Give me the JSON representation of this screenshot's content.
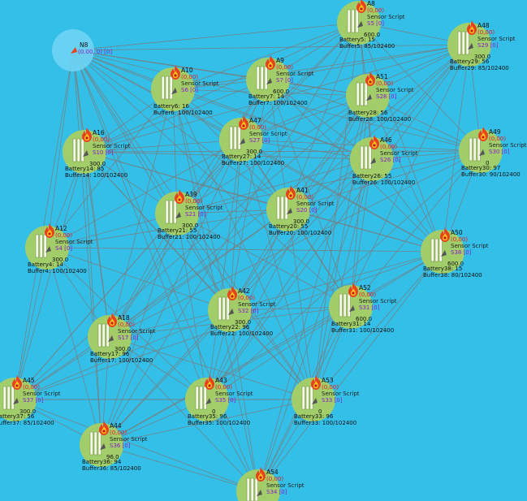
{
  "colors": {
    "background": "#33bfe8",
    "range_circle": "#a8cf63",
    "sink_circle": "#6fd3f4",
    "link_line": "#7b7b7b",
    "coord_text": "#e51c1c",
    "sensor_id_text": "#8a1cc9",
    "flame_outer": "#e8421c",
    "flame_inner": "#f7c21e"
  },
  "icons": {
    "node_alert": "fire-icon",
    "battery": "battery-bars-icon",
    "sink": "sink-node-icon"
  },
  "sink": {
    "name": "N8",
    "coord": "(0.00, 0) [0]"
  },
  "nodes": [
    {
      "id": "A8",
      "name": "A8",
      "coord": "(0,00)",
      "script": "Sensor Script",
      "sid": "S5 [0]",
      "val": "600.0",
      "batt": "Battery5: 15",
      "buf": "Buffer5: 85/102400",
      "burning": true
    },
    {
      "id": "A48",
      "name": "A48",
      "coord": "(0,00)",
      "script": "Sensor Script",
      "sid": "S29 [0]",
      "val": "300.0",
      "batt": "Battery29: 56",
      "buf": "Buffer29: 85/102400",
      "burning": true
    },
    {
      "id": "A9",
      "name": "A9",
      "coord": "(0,00)",
      "script": "Sensor Script",
      "sid": "S7 [0]",
      "val": "600.0",
      "batt": "Battery7: 14",
      "buf": "Buffer7: 100/102400",
      "burning": true
    },
    {
      "id": "A10",
      "name": "A10",
      "coord": "(0,00)",
      "script": "Sensor Script",
      "sid": "S6 [0]",
      "val": "",
      "batt": "Battery6: 16",
      "buf": "Buffer6: 100/102400",
      "burning": true
    },
    {
      "id": "A51",
      "name": "A51",
      "coord": "(0,00)",
      "script": "Sensor Script",
      "sid": "S28 [0]",
      "val": "",
      "batt": "Battery28: 56",
      "buf": "Buffer28: 100/102400",
      "burning": true
    },
    {
      "id": "A47",
      "name": "A47",
      "coord": "(0,00)",
      "script": "Sensor Script",
      "sid": "S27 [0]",
      "val": "300.0",
      "batt": "Battery27: 14",
      "buf": "Buffer27: 100/102400",
      "burning": true
    },
    {
      "id": "A46",
      "name": "A46",
      "coord": "(0,00)",
      "script": "Sensor Script",
      "sid": "S26 [0]",
      "val": "",
      "batt": "Battery26: 55",
      "buf": "Buffer26: 100/102400",
      "burning": true
    },
    {
      "id": "A49",
      "name": "A49",
      "coord": "(0,00)",
      "script": "Sensor Script",
      "sid": "S30 [0]",
      "val": "0",
      "batt": "Battery30: 97",
      "buf": "Buffer30: 90/102400",
      "burning": true
    },
    {
      "id": "A16",
      "name": "A16",
      "coord": "(0,00)",
      "script": "Sensor Script",
      "sid": "S10 [0]",
      "val": "300.0",
      "batt": "Battery14: 85",
      "buf": "Buffer14: 100/102400",
      "burning": true
    },
    {
      "id": "A39",
      "name": "A39",
      "coord": "(0,00)",
      "script": "Sensor Script",
      "sid": "S21 [0]",
      "val": "300.0",
      "batt": "Battery21: 55",
      "buf": "Buffer21: 100/102400",
      "burning": true
    },
    {
      "id": "A41",
      "name": "A41",
      "coord": "(0,00)",
      "script": "Sensor Script",
      "sid": "S20 [0]",
      "val": "300.0",
      "batt": "Battery20: 55",
      "buf": "Buffer20: 100/102400",
      "burning": true
    },
    {
      "id": "A12",
      "name": "A12",
      "coord": "(0,00)",
      "script": "Sensor Script",
      "sid": "S4 [0]",
      "val": "300.0",
      "batt": "Battery4: 14",
      "buf": "Buffer4: 100/102400",
      "burning": true
    },
    {
      "id": "A50",
      "name": "A50",
      "coord": "(0,00)",
      "script": "Sensor Script",
      "sid": "S38 [0]",
      "val": "600.0",
      "batt": "Battery38: 15",
      "buf": "Buffer38: 80/102400",
      "burning": true
    },
    {
      "id": "A42",
      "name": "A42",
      "coord": "(0,00)",
      "script": "Sensor Script",
      "sid": "S32 [0]",
      "val": "300.0",
      "batt": "Battery22: 96",
      "buf": "Buffer22: 100/102400",
      "burning": true
    },
    {
      "id": "A52",
      "name": "A52",
      "coord": "(0,00)",
      "script": "Sensor Script",
      "sid": "S31 [0]",
      "val": "600.0",
      "batt": "Battery31: 14",
      "buf": "Buffer31: 100/102400",
      "burning": true
    },
    {
      "id": "A18",
      "name": "A18",
      "coord": "(0,00)",
      "script": "Sensor Script",
      "sid": "S17 [0]",
      "val": "300.0",
      "batt": "Battery17: 96",
      "buf": "Buffer17: 100/102400",
      "burning": true
    },
    {
      "id": "A45",
      "name": "A45",
      "coord": "(0,00)",
      "script": "Sensor Script",
      "sid": "S37 [0]",
      "val": "300.0",
      "batt": "Battery37: 56",
      "buf": "Buffer37: 85/102400",
      "burning": true
    },
    {
      "id": "A43",
      "name": "A43",
      "coord": "(0,00)",
      "script": "Sensor Script",
      "sid": "S35 [0]",
      "val": "0",
      "batt": "Battery35: 96",
      "buf": "Buffer35: 100/102400",
      "burning": true
    },
    {
      "id": "A53",
      "name": "A53",
      "coord": "(0,00)",
      "script": "Sensor Script",
      "sid": "S33 [0]",
      "val": "0",
      "batt": "Battery33: 96",
      "buf": "Buffer33: 100/102400",
      "burning": true
    },
    {
      "id": "A44",
      "name": "A44",
      "coord": "(0,00)",
      "script": "Sensor Script",
      "sid": "S36 [0]",
      "val": "96.0",
      "batt": "Battery36: 94",
      "buf": "Buffer36: 85/102400",
      "burning": true
    },
    {
      "id": "A54",
      "name": "A54",
      "coord": "(0,00)",
      "script": "Sensor Script",
      "sid": "S34 [0]",
      "val": "",
      "batt": "",
      "buf": "",
      "burning": true
    }
  ]
}
